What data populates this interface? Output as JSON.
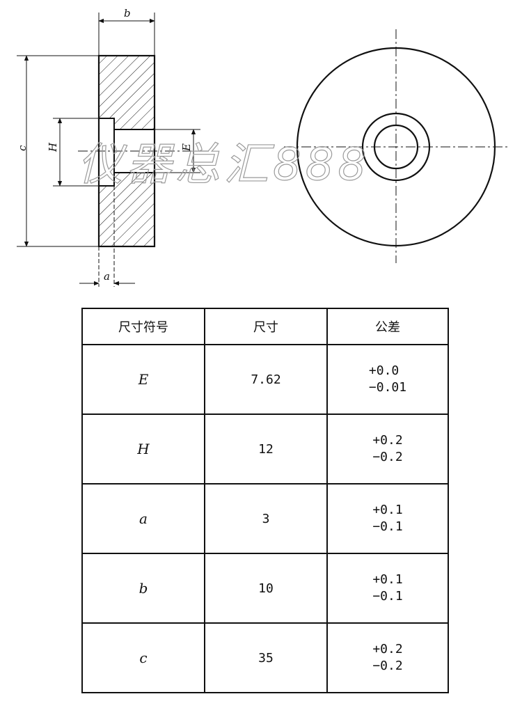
{
  "drawing": {
    "labels": {
      "b": "b",
      "c": "c",
      "H": "H",
      "E": "E",
      "a": "a"
    },
    "watermark": "仪器总汇888"
  },
  "table": {
    "headers": [
      "尺寸符号",
      "尺寸",
      "公差"
    ],
    "rows": [
      {
        "symbol": "E",
        "value": "7.62",
        "tol_plus": "+0.0",
        "tol_minus": "−0.01"
      },
      {
        "symbol": "H",
        "value": "12",
        "tol_plus": "+0.2",
        "tol_minus": "−0.2"
      },
      {
        "symbol": "a",
        "value": "3",
        "tol_plus": "+0.1",
        "tol_minus": "−0.1"
      },
      {
        "symbol": "b",
        "value": "10",
        "tol_plus": "+0.1",
        "tol_minus": "−0.1"
      },
      {
        "symbol": "c",
        "value": "35",
        "tol_plus": "+0.2",
        "tol_minus": "−0.2"
      }
    ]
  }
}
